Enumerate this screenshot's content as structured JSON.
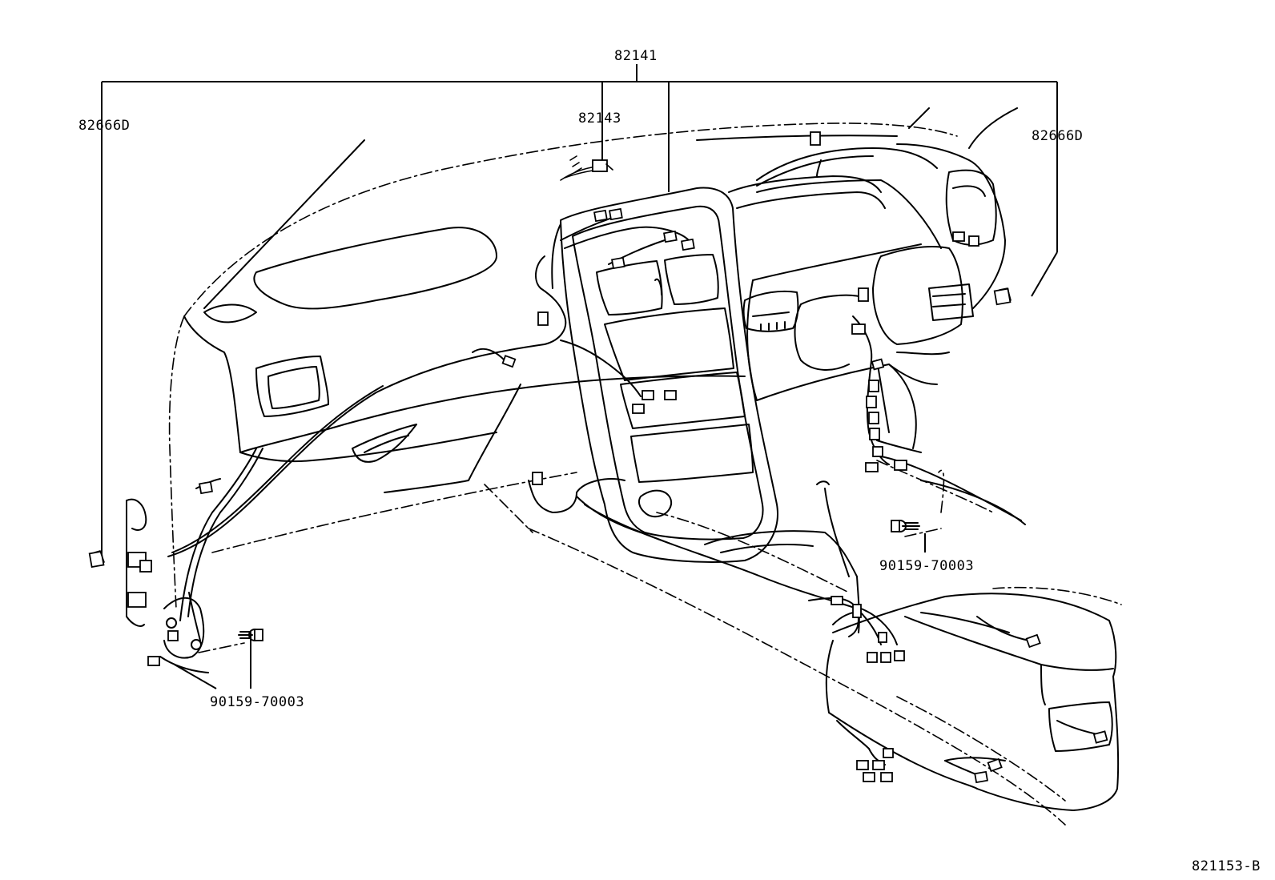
{
  "labels": {
    "main_harness": "82141",
    "sub_harness": "82143",
    "clamp_left": "82666D",
    "clamp_right": "82666D",
    "bolt_center": "90159-70003",
    "bolt_left": "90159-70003",
    "figure_code": "821153-B"
  }
}
